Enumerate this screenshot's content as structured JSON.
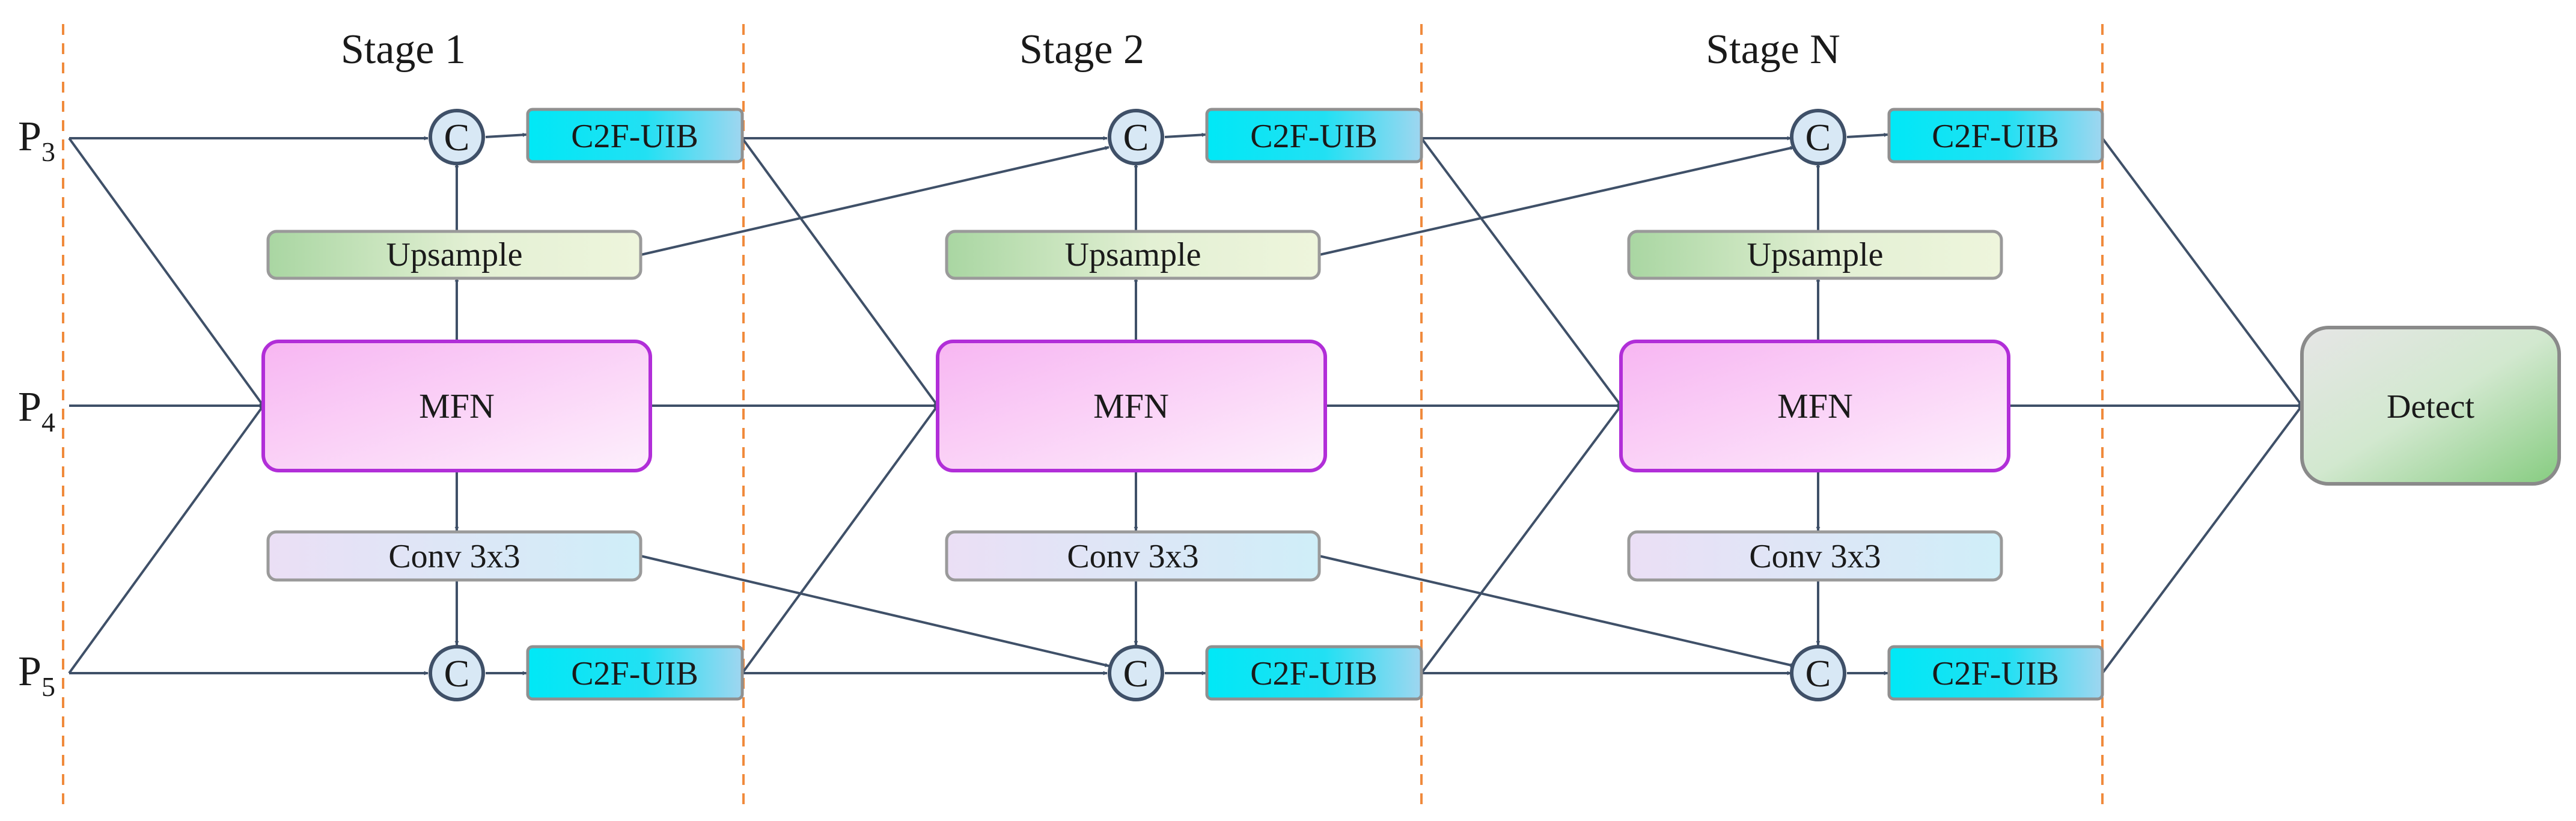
{
  "stages": [
    {
      "title": "Stage 1"
    },
    {
      "title": "Stage 2"
    },
    {
      "title": "Stage N"
    }
  ],
  "inputs": [
    {
      "main": "P",
      "sub": "3"
    },
    {
      "main": "P",
      "sub": "4"
    },
    {
      "main": "P",
      "sub": "5"
    }
  ],
  "labels": {
    "concat": "C",
    "c2f": "C2F-UIB",
    "upsample": "Upsample",
    "mfn": "MFN",
    "conv": "Conv 3x3",
    "detect": "Detect"
  },
  "colors": {
    "edge": "#3f5068",
    "divider": "#f08a3c",
    "c2f_fill": "#00e5f5",
    "mfn_border": "#b12ed8",
    "mfn_fill": "#fbc8f6",
    "upsample_fill": "#a9d6a2",
    "conv_fill": "#e6dcf3",
    "detect_fill": "#9fd49a"
  }
}
